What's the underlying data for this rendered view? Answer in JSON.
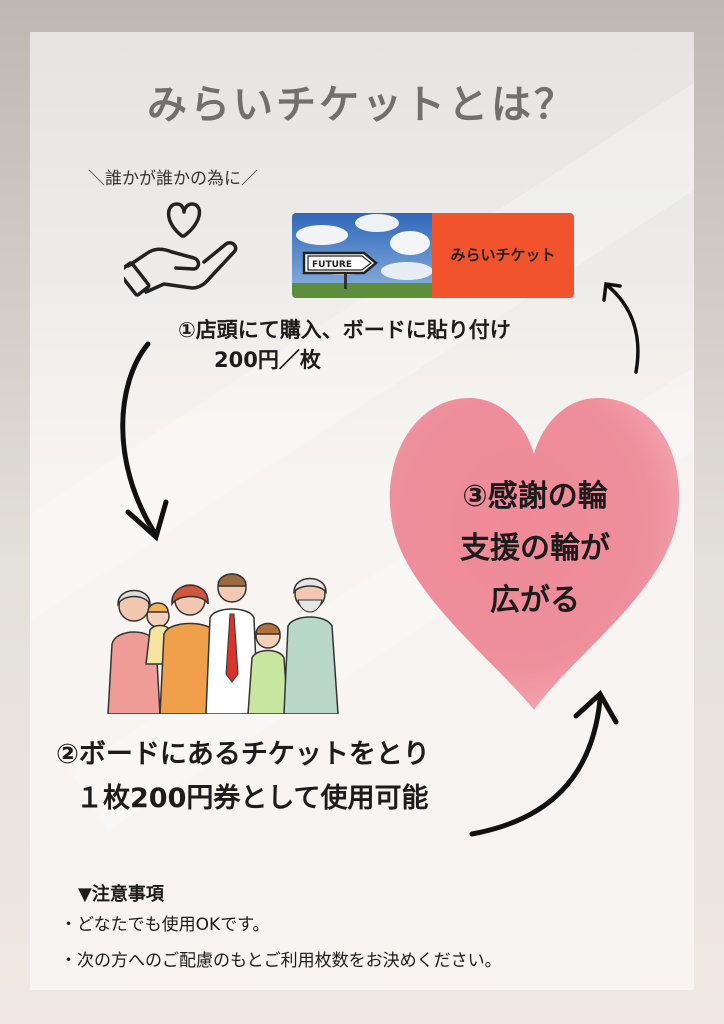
{
  "title": "みらいチケットとは？",
  "tagline": "＼誰かが誰かの為に／",
  "ticket": {
    "sign_text": "FUTURE",
    "label": "みらいチケット"
  },
  "step1": {
    "text": "①店頭にて購入、ボードに貼り付け",
    "price": "200円／枚"
  },
  "step2": {
    "line1": "②ボードにあるチケットをとり",
    "line2": "１枚200円券として使用可能"
  },
  "step3": {
    "line1": "③感謝の輪",
    "line2": "支援の輪が",
    "line3": "広がる"
  },
  "notes": {
    "heading": "▼注意事項",
    "items": [
      "・どなたでも使用OKです。",
      "・次の方へのご配慮のもとご利用枚数をお決めください。"
    ]
  },
  "colors": {
    "heart": "#ec8c99",
    "ticket_orange": "#f1542d",
    "title_gray": "#707070"
  },
  "icons": [
    "heart-hand-icon",
    "future-sign-photo",
    "curved-arrow-icon",
    "heart-shape",
    "family-illustration"
  ]
}
